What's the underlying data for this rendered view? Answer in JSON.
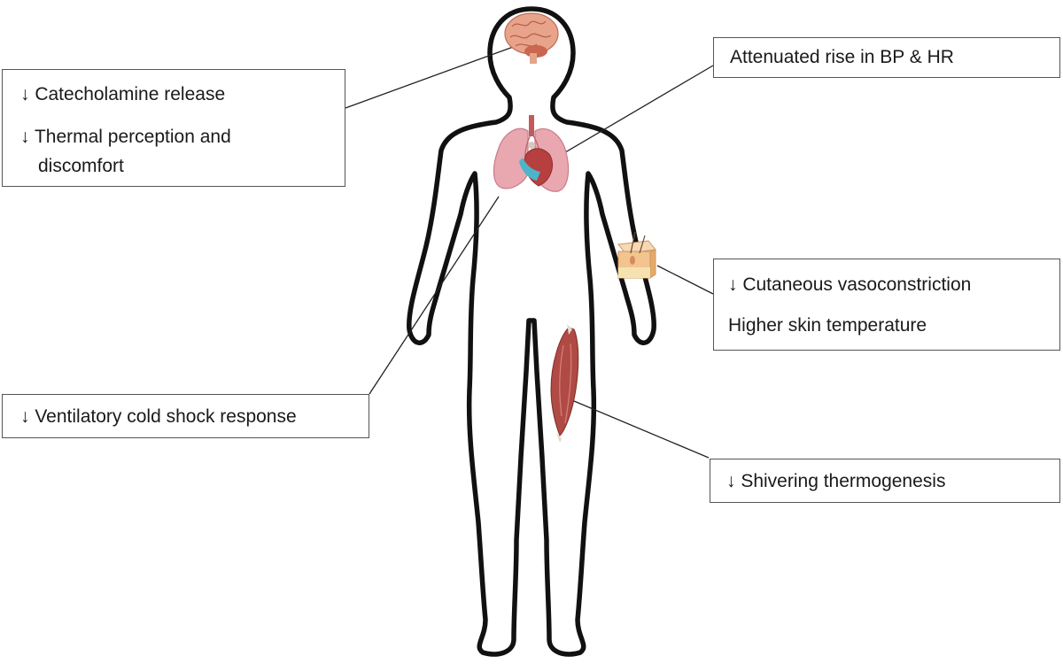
{
  "callouts": {
    "brain": {
      "line1": "↓ Catecholamine release",
      "line2": "↓ Thermal perception and",
      "line3": "discomfort"
    },
    "heart": {
      "line1": "Attenuated rise in BP & HR"
    },
    "skin": {
      "line1": "↓ Cutaneous vasoconstriction",
      "line2": "Higher skin temperature"
    },
    "lungs": {
      "line1": "↓ Ventilatory cold shock response"
    },
    "muscle": {
      "line1": "↓ Shivering thermogenesis"
    }
  },
  "colors": {
    "outline": "#111111",
    "connector": "#222222",
    "box_border": "#555555",
    "brain": "#e8a48a",
    "lung": "#e9a7b0",
    "heart": "#b5403f",
    "vessel_blue": "#4fb3c9",
    "muscle": "#b04a44",
    "skin": "#f2c48e"
  },
  "icons": [
    "brain-icon",
    "lungs-heart-icon",
    "skin-section-icon",
    "thigh-muscle-icon"
  ]
}
